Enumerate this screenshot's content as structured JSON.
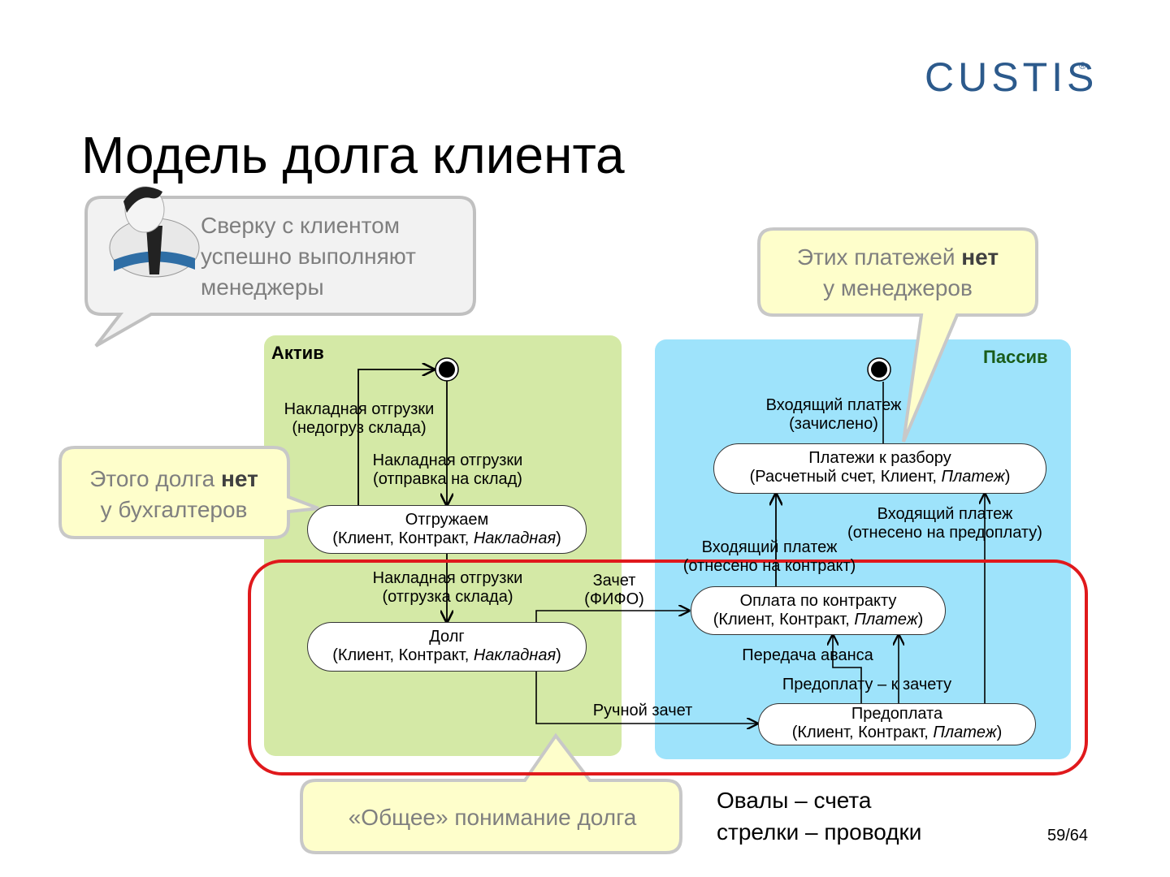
{
  "logo": {
    "text": "CUSTIS",
    "registered": "®"
  },
  "title": "Модель долга клиента",
  "callouts": {
    "manager": {
      "lines": [
        "Сверку с клиентом",
        "успешно выполняют",
        "менеджеры"
      ]
    },
    "payments": {
      "text_before": "Этих платежей ",
      "bold": "нет",
      "line2": "у менеджеров"
    },
    "debt": {
      "text_before": "Этого долга ",
      "bold": "нет",
      "line2": "у бухгалтеров"
    },
    "common": {
      "text": "«Общее» понимание долга"
    }
  },
  "panels": {
    "aktiv": "Актив",
    "passiv": "Пассив"
  },
  "states": {
    "shipping": {
      "name": "Отгружаем",
      "attrs": "(Клиент, Контракт, ",
      "italic": "Накладная",
      "close": ")"
    },
    "debt": {
      "name": "Долг",
      "attrs": "(Клиент, Контракт, ",
      "italic": "Накладная",
      "close": ")"
    },
    "payments_to_parse": {
      "name": "Платежи к разбору",
      "attrs": "(Расчетный счет, Клиент, ",
      "italic": "Платеж",
      "close": ")"
    },
    "contract_payment": {
      "name": "Оплата по контракту",
      "attrs": "(Клиент, Контракт, ",
      "italic": "Платеж",
      "close": ")"
    },
    "prepayment": {
      "name": "Предоплата",
      "attrs": "(Клиент, Контракт, ",
      "italic": "Платеж",
      "close": ")"
    }
  },
  "transitions": {
    "invoice_shortage": [
      "Накладная отгрузки",
      "(недогруз склада)"
    ],
    "invoice_send": [
      "Накладная отгрузки",
      "(отправка на склад)"
    ],
    "invoice_shipment": [
      "Накладная отгрузки",
      "(отгрузка склада)"
    ],
    "offset_fifo": [
      "Зачет",
      "(ФИФО)"
    ],
    "manual_offset": [
      "Ручной зачет"
    ],
    "incoming_credited": [
      "Входящий платеж",
      "(зачислено)"
    ],
    "incoming_prepay": [
      "Входящий платеж",
      "(отнесено на предоплату)"
    ],
    "incoming_contract": [
      "Входящий платеж",
      "(отнесено на контракт)"
    ],
    "advance_transfer": [
      "Передача аванса"
    ],
    "prepay_to_offset": [
      "Предоплату – к зачету"
    ]
  },
  "legend": [
    "Овалы – счета",
    "стрелки – проводки"
  ],
  "page": "59/64",
  "colors": {
    "aktiv_bg": "#d4e9a6",
    "passiv_bg": "#9ee3fb",
    "highlight": "#e0191c",
    "callout_gray": "#f2f2f2",
    "callout_yellow": "#fefecb",
    "logo": "#2c5a8c"
  }
}
